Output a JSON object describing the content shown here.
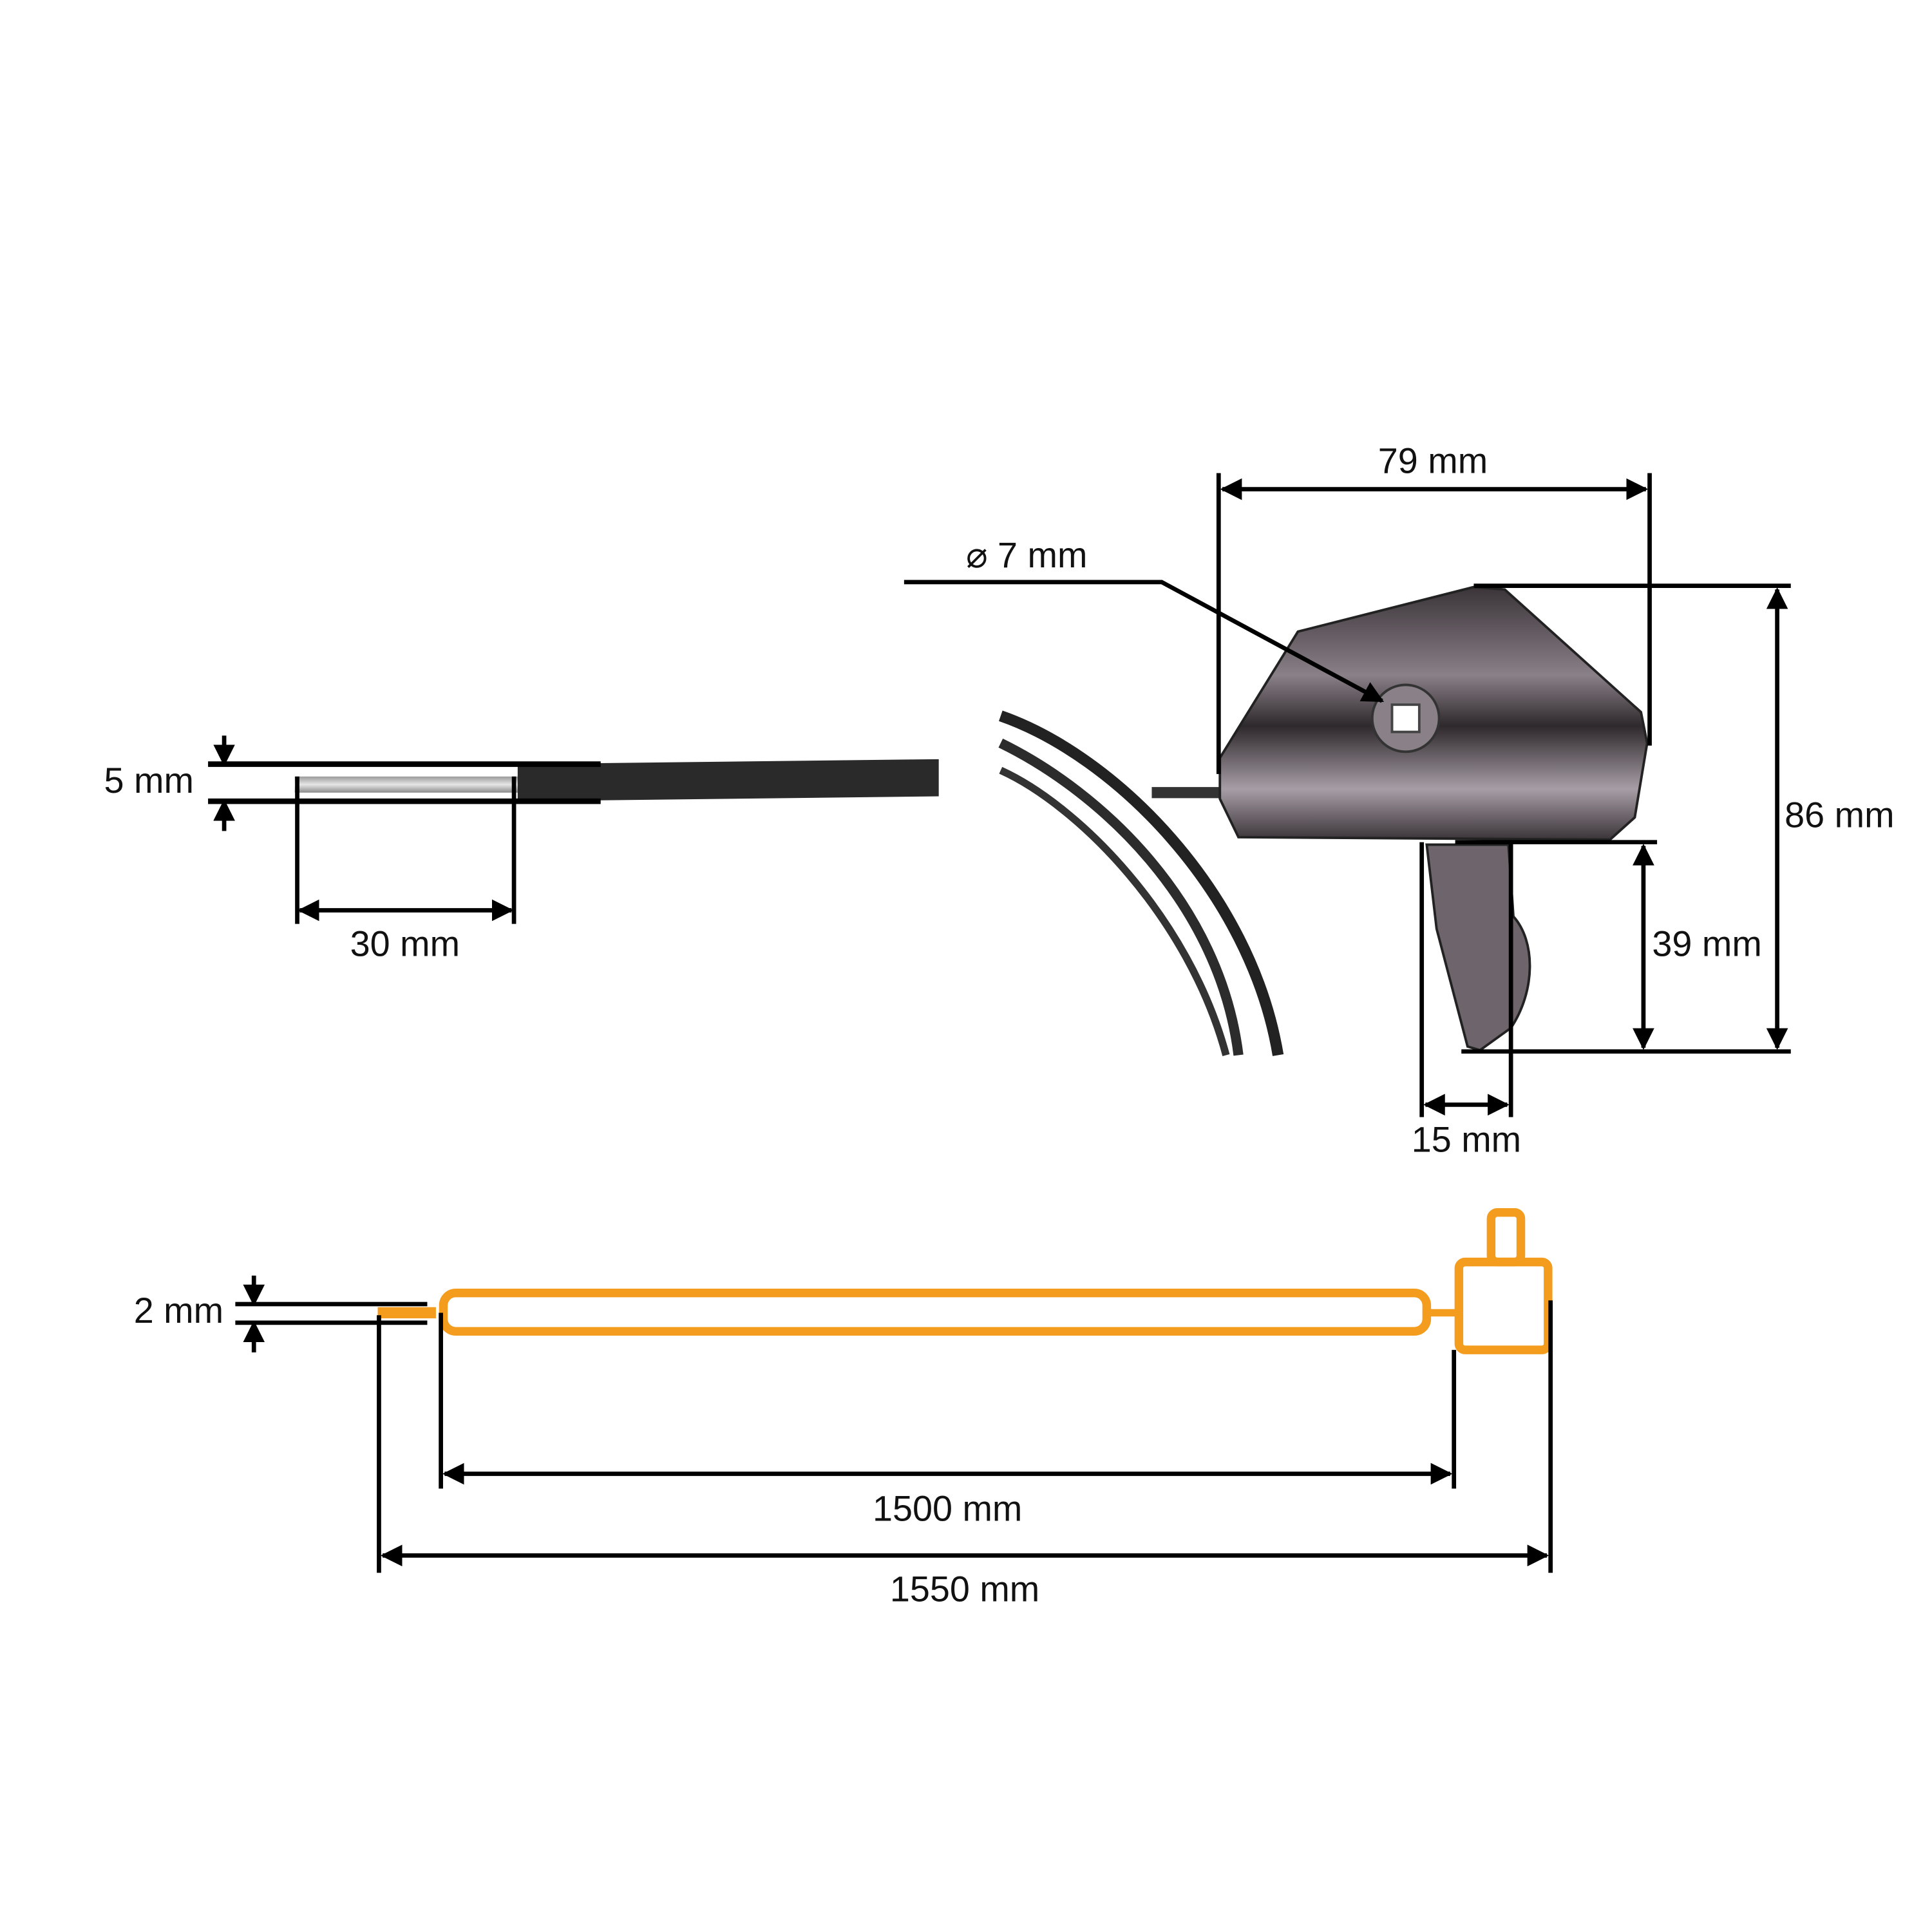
{
  "labels": {
    "cable_diameter": "5 mm",
    "stripped_length": "30 mm",
    "handle_width": "79 mm",
    "hole_diameter": "⌀ 7 mm",
    "handle_height": "86 mm",
    "lever_height": "39 mm",
    "lever_width": "15 mm",
    "wire_diameter": "2 mm",
    "sheath_length": "1500 mm",
    "total_length": "1550 mm"
  },
  "colors": {
    "schematic": "#F39C1E",
    "cable": "#2a2a2a",
    "dimension_lines": "#000000"
  }
}
